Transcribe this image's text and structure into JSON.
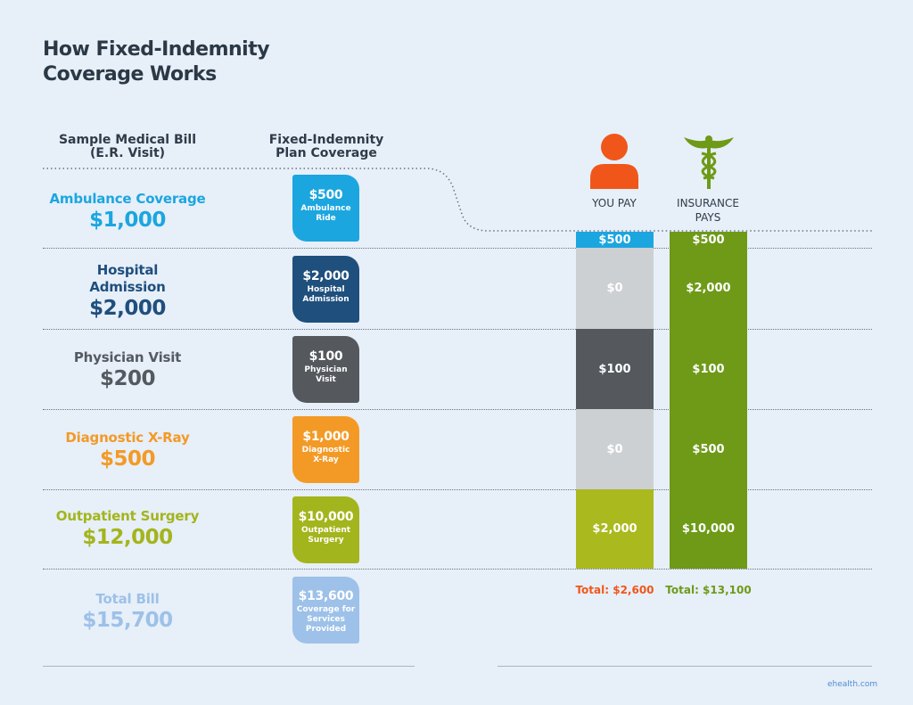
{
  "title_line1": "How Fixed-Indemnity",
  "title_line2": "Coverage Works",
  "headers": {
    "bill_line1": "Sample Medical Bill",
    "bill_line2": "(E.R. Visit)",
    "plan_line1": "Fixed-Indemnity",
    "plan_line2": "Plan Coverage",
    "you_pay": "YOU PAY",
    "insurance_line1": "INSURANCE",
    "insurance_line2": "PAYS"
  },
  "rows": [
    {
      "name_line1": "Ambulance Coverage",
      "name_line2": "",
      "amount": "$1,000",
      "label_color": "#1ba6e0",
      "card_amount": "$500",
      "card_desc_line1": "Ambulance",
      "card_desc_line2": "Ride",
      "card_desc_line3": "",
      "card_color": "#1ba6e0",
      "you_pay": "$500",
      "you_pay_color": "#1ba6e0",
      "ins_pays": "$500",
      "ins_color": "#6e9a18"
    },
    {
      "name_line1": "Hospital",
      "name_line2": "Admission",
      "amount": "$2,000",
      "label_color": "#1f4f7d",
      "card_amount": "$2,000",
      "card_desc_line1": "Hospital",
      "card_desc_line2": "Admission",
      "card_desc_line3": "",
      "card_color": "#1f4f7d",
      "you_pay": "$0",
      "you_pay_color": "#cdd0d3",
      "ins_pays": "$2,000",
      "ins_color": "#6e9a18"
    },
    {
      "name_line1": "Physician Visit",
      "name_line2": "",
      "amount": "$200",
      "label_color": "#555a60",
      "card_amount": "$100",
      "card_desc_line1": "Physician",
      "card_desc_line2": "Visit",
      "card_desc_line3": "",
      "card_color": "#55595e",
      "you_pay": "$100",
      "you_pay_color": "#55595e",
      "ins_pays": "$100",
      "ins_color": "#6e9a18"
    },
    {
      "name_line1": "Diagnostic X-Ray",
      "name_line2": "",
      "amount": "$500",
      "label_color": "#f39a26",
      "card_amount": "$1,000",
      "card_desc_line1": "Diagnostic",
      "card_desc_line2": "X-Ray",
      "card_desc_line3": "",
      "card_color": "#f39a26",
      "you_pay": "$0",
      "you_pay_color": "#cdd0d3",
      "ins_pays": "$500",
      "ins_color": "#6e9a18"
    },
    {
      "name_line1": "Outpatient Surgery",
      "name_line2": "",
      "amount": "$12,000",
      "label_color": "#a3b51c",
      "card_amount": "$10,000",
      "card_desc_line1": "Outpatient",
      "card_desc_line2": "Surgery",
      "card_desc_line3": "",
      "card_color": "#a3b51c",
      "you_pay": "$2,000",
      "you_pay_color": "#aab91d",
      "ins_pays": "$10,000",
      "ins_color": "#6e9a18"
    }
  ],
  "total": {
    "name": "Total Bill",
    "amount": "$15,700",
    "label_color": "#9dc1e8",
    "card_amount": "$13,600",
    "card_desc_line1": "Coverage for",
    "card_desc_line2": "Services",
    "card_desc_line3": "Provided",
    "card_color": "#9dc1e8"
  },
  "totals": {
    "you_pay": "Total: $2,600",
    "you_pay_color": "#f0561a",
    "ins_pays": "Total: $13,100",
    "ins_color": "#6e9a18"
  },
  "icons": {
    "person": "person-icon",
    "person_color": "#f0561a",
    "caduceus": "caduceus-icon",
    "caduceus_color": "#6e9a18"
  },
  "footer": "ehealth.com"
}
